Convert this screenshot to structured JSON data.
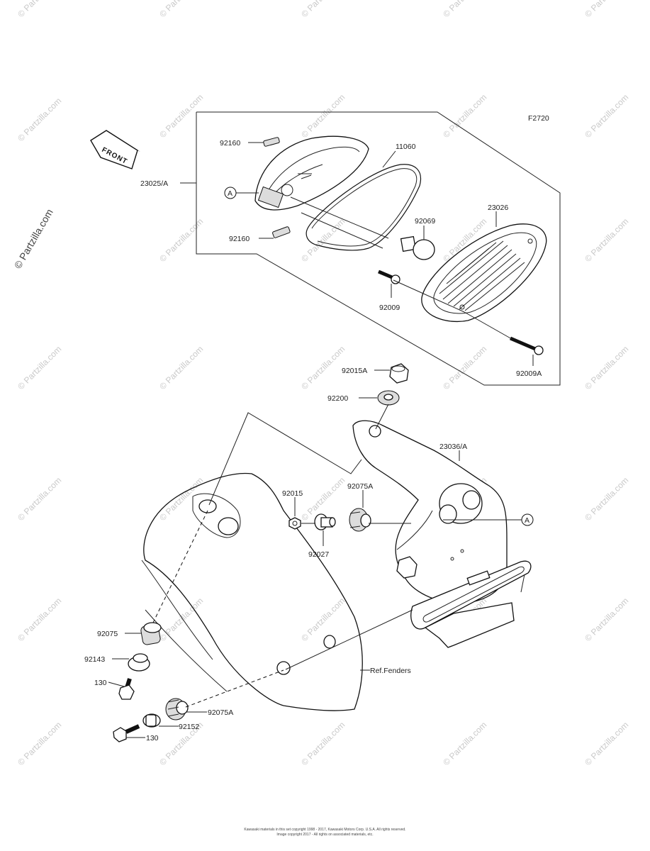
{
  "diagram_code": "F2720",
  "front_label": "FRONT",
  "watermark_text": "© Partzilla.com",
  "callout_a": "A",
  "part_labels": {
    "p92160_top": "92160",
    "p11060": "11060",
    "p23025": "23025/A",
    "p92160_bottom": "92160",
    "p92069": "92069",
    "p23026": "23026",
    "p92009": "92009",
    "p92009A": "92009A",
    "p92015A": "92015A",
    "p92200": "92200",
    "p23036": "23036/A",
    "p92015": "92015",
    "p92075A_top": "92075A",
    "p92027": "92027",
    "p92075": "92075",
    "p92143": "92143",
    "p130_top": "130",
    "ref_fenders": "Ref.Fenders",
    "p92075A_bottom": "92075A",
    "p92152": "92152",
    "p130_bottom": "130"
  },
  "footer_line1": "Kawasaki materials in this set copyright 1998 - 2017, Kawasaki Motors Corp. U.S.A. All rights reserved.",
  "footer_line2": "Image copyright 2017 - All rights on associated materials, etc."
}
